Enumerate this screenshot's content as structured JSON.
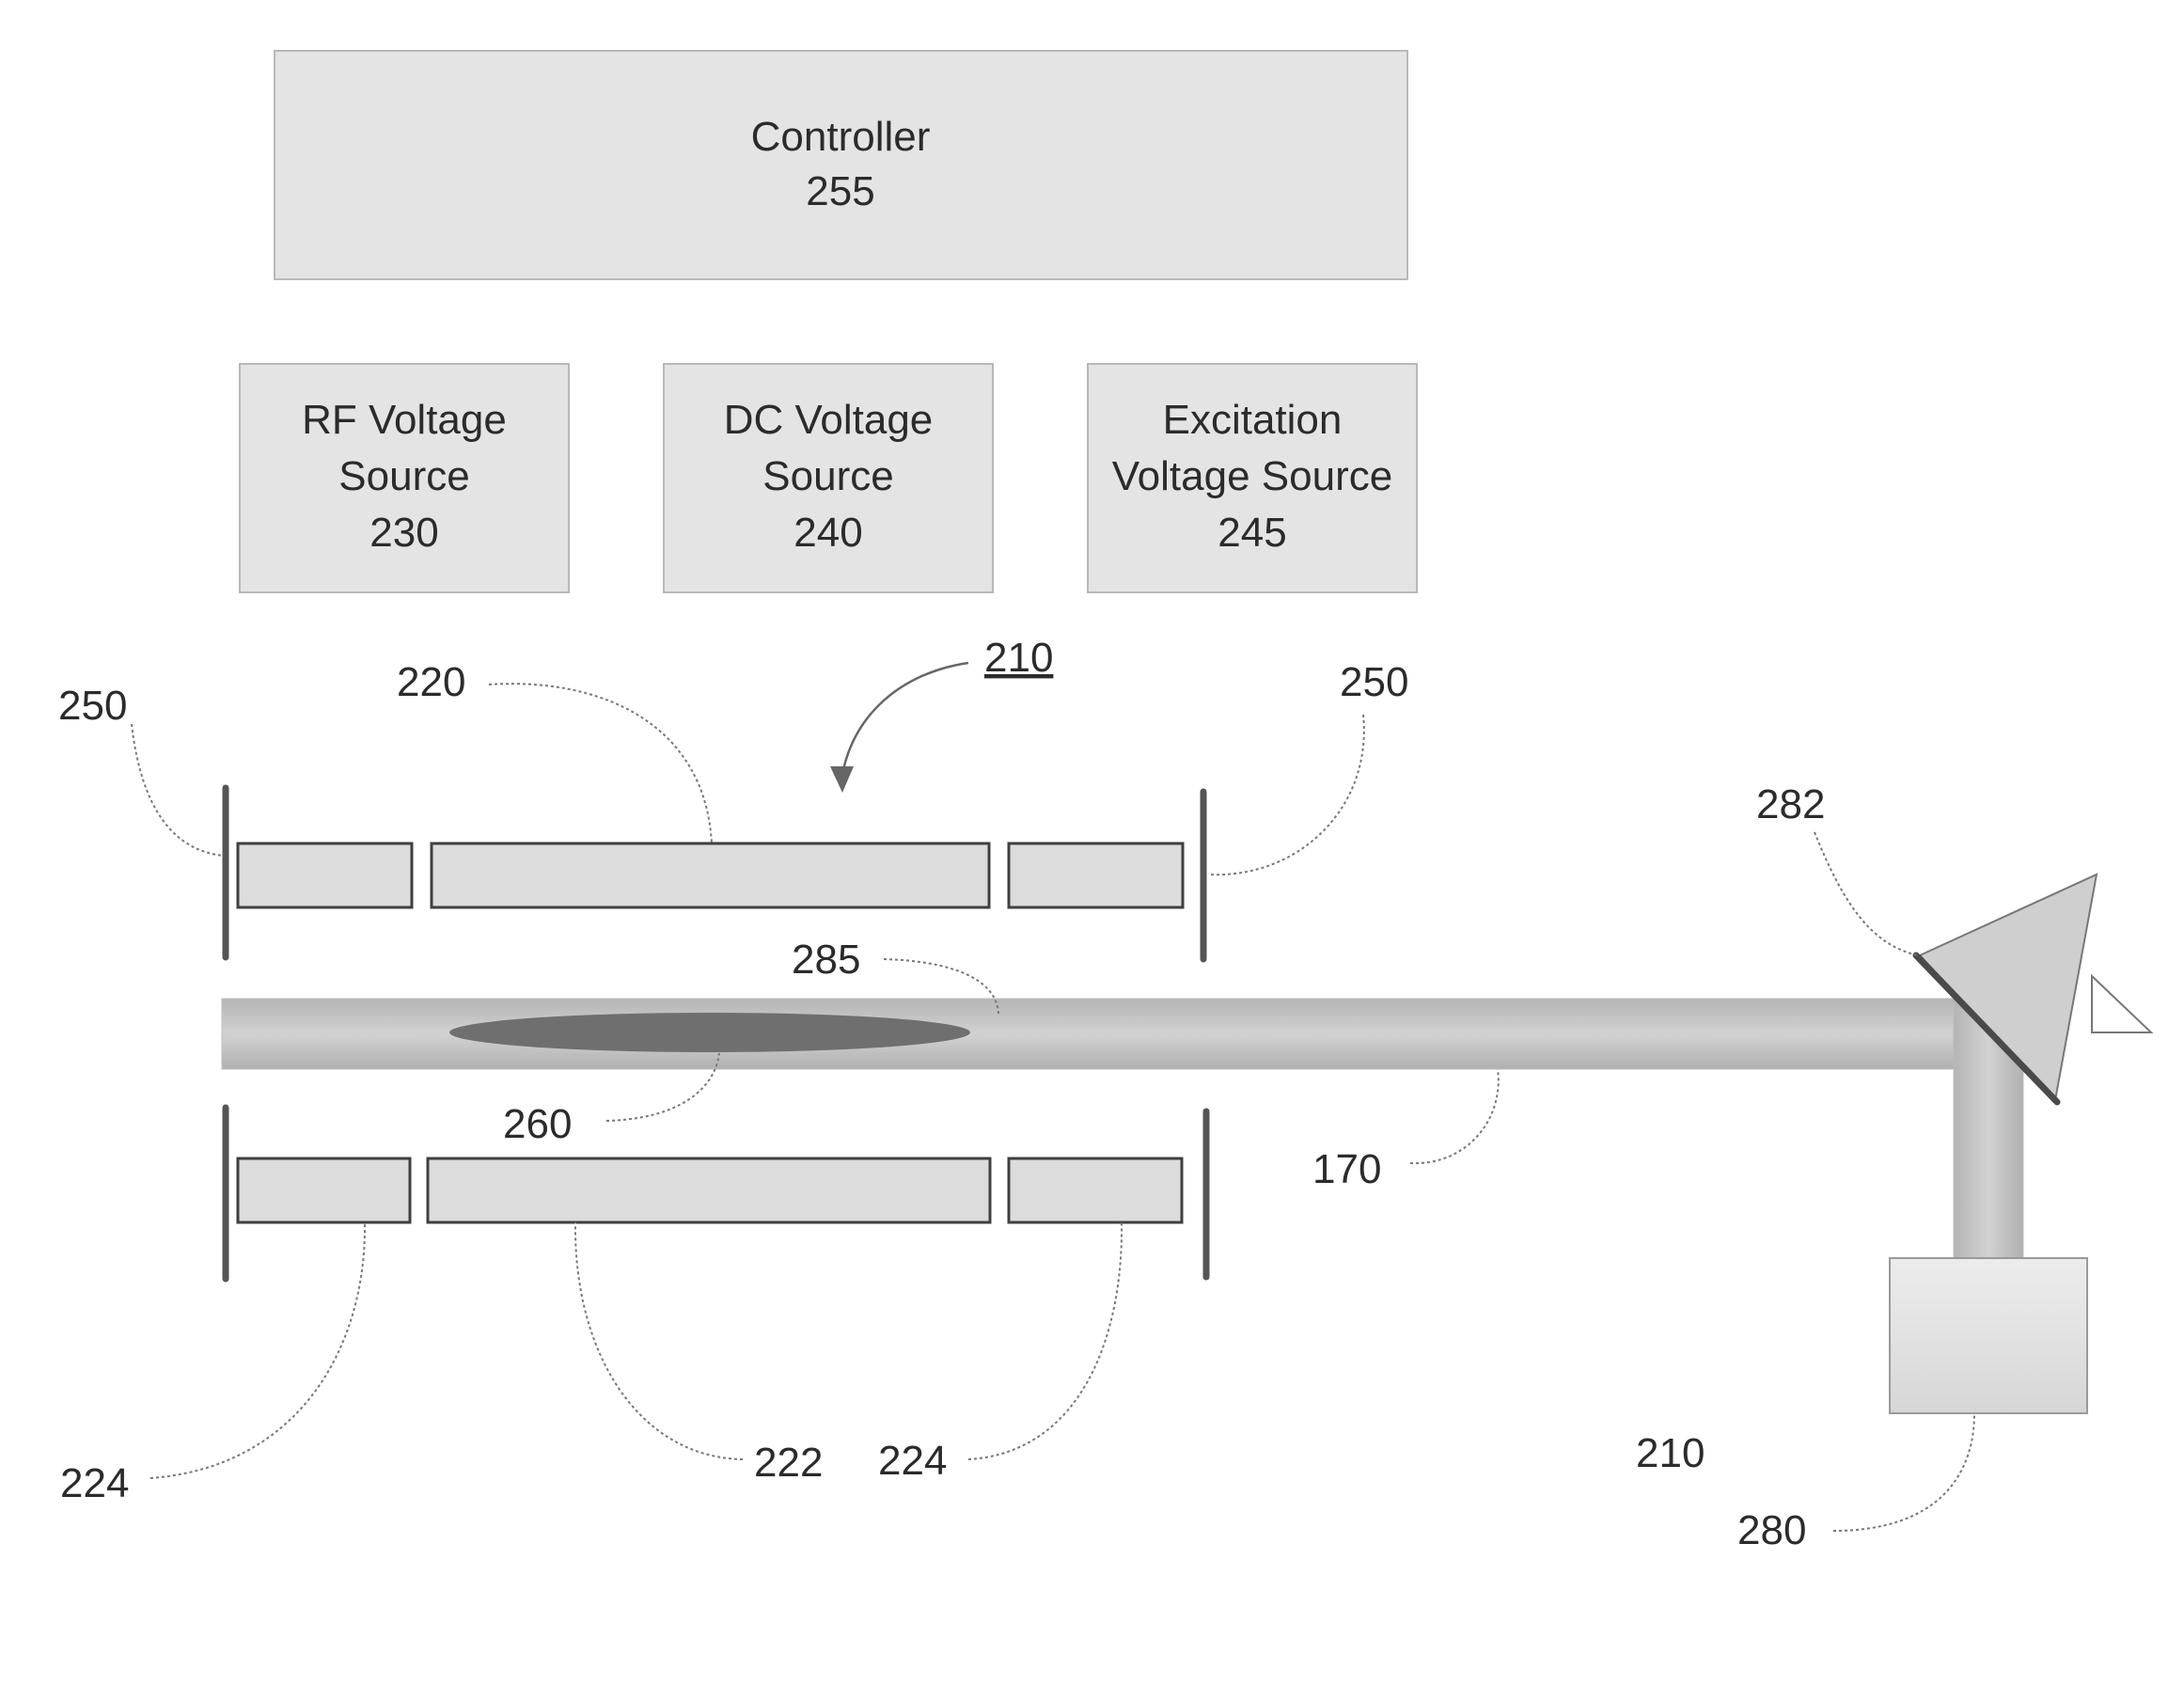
{
  "boxes": {
    "controller": {
      "line1": "Controller",
      "line2": "255"
    },
    "rf_source": {
      "line1": "RF Voltage",
      "line2": "Source",
      "line3": "230"
    },
    "dc_source": {
      "line1": "DC Voltage",
      "line2": "Source",
      "line3": "240"
    },
    "excitation_source": {
      "line1": "Excitation",
      "line2": "Voltage Source",
      "line3": "245"
    }
  },
  "labels": {
    "ion_trap_top": "210",
    "ion_trap_bottom": "210",
    "end_cap_left": "250",
    "end_cap_right": "250",
    "electrode_220": "220",
    "ion_cloud_285": "285",
    "ion_cloud_260": "260",
    "beam_170": "170",
    "mirror_282": "282",
    "detector_280": "280",
    "electrode_224_left": "224",
    "electrode_222": "222",
    "electrode_224_right": "224"
  },
  "colors": {
    "box_fill": "#e4e4e4",
    "ion_cloud": "#6f6f6f",
    "beam": "#c4c4c4"
  }
}
